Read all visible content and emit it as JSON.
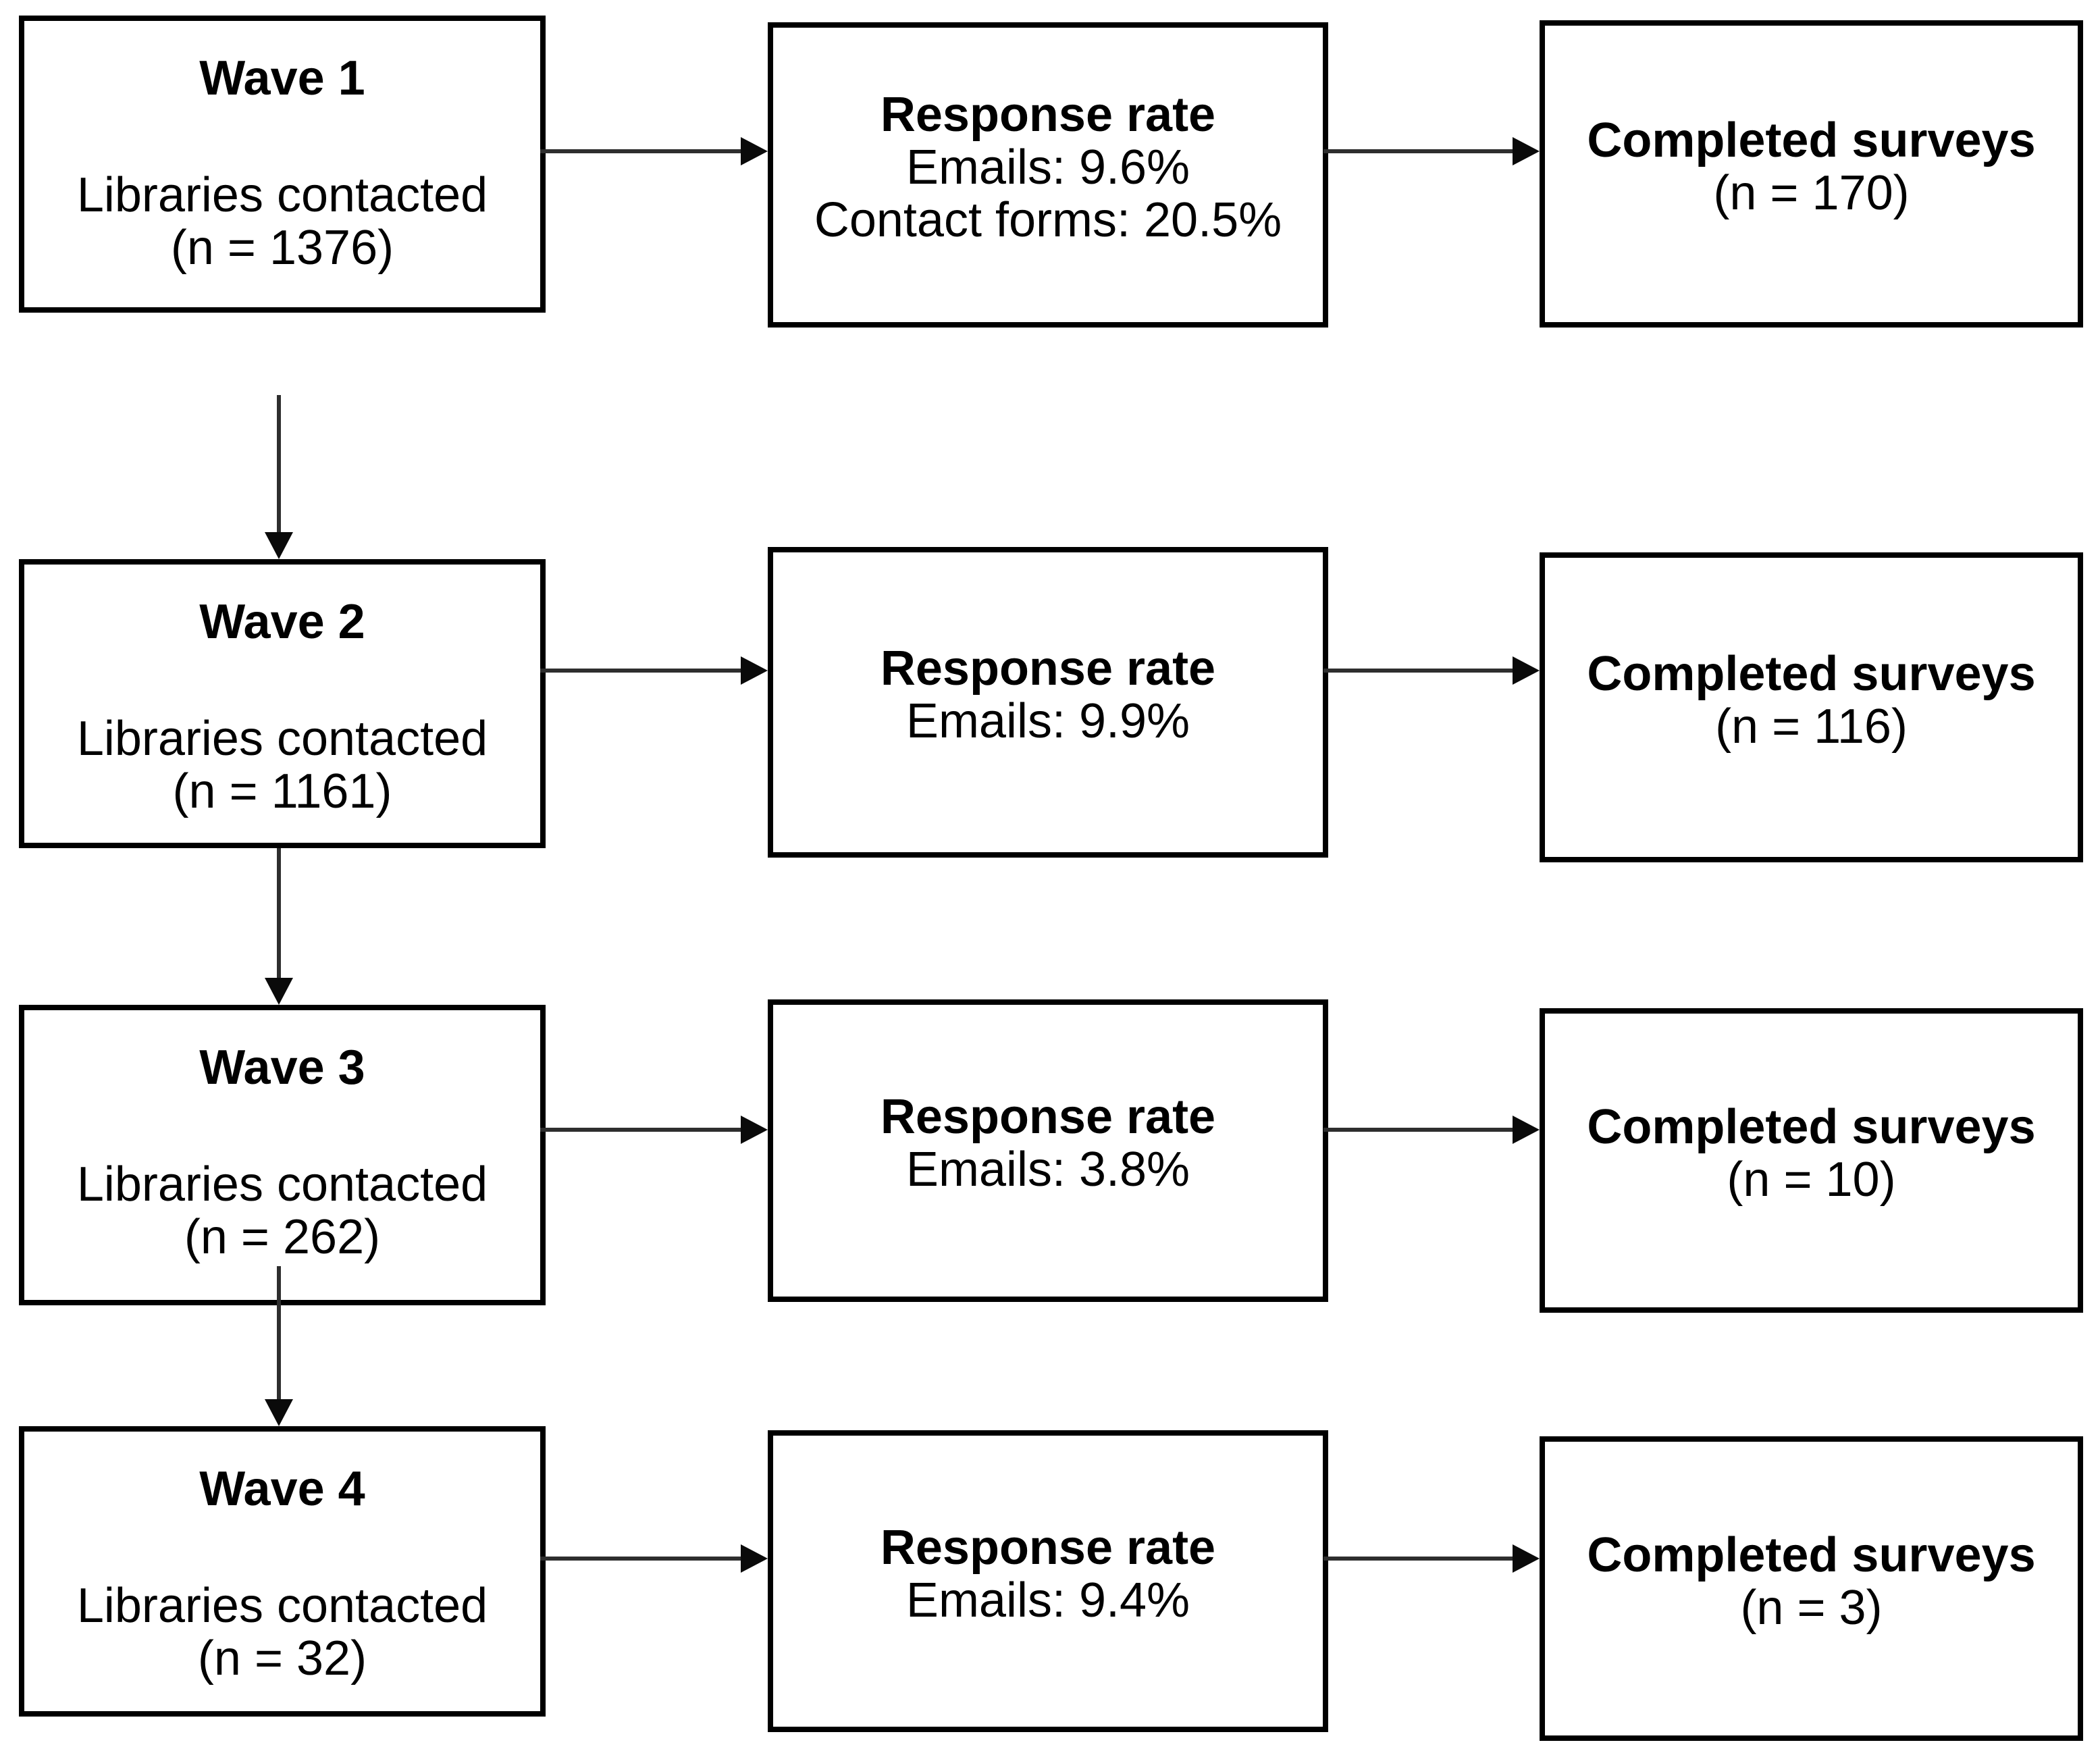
{
  "diagram": {
    "background": "#ffffff",
    "border_color": "#000000",
    "text_color": "#000000",
    "arrow_color": "#2e2e2e",
    "rows": [
      {
        "wave": {
          "title": "Wave 1",
          "line1": "Libraries contacted",
          "line2": "(n = 1376)"
        },
        "response": {
          "title": "Response rate",
          "line1": "Emails: 9.6%",
          "line2": "Contact forms: 20.5%"
        },
        "completed": {
          "title": "Completed surveys",
          "line1": "(n = 170)"
        }
      },
      {
        "wave": {
          "title": "Wave 2",
          "line1": "Libraries contacted",
          "line2": "(n = 1161)"
        },
        "response": {
          "title": "Response rate",
          "line1": "Emails: 9.9%"
        },
        "completed": {
          "title": "Completed surveys",
          "line1": "(n = 116)"
        }
      },
      {
        "wave": {
          "title": "Wave 3",
          "line1": "Libraries contacted",
          "line2": "(n = 262)"
        },
        "response": {
          "title": "Response rate",
          "line1": "Emails: 3.8%"
        },
        "completed": {
          "title": "Completed surveys",
          "line1": "(n = 10)"
        }
      },
      {
        "wave": {
          "title": "Wave 4",
          "line1": "Libraries contacted",
          "line2": "(n = 32)"
        },
        "response": {
          "title": "Response rate",
          "line1": "Emails: 9.4%"
        },
        "completed": {
          "title": "Completed surveys",
          "line1": "(n = 3)"
        }
      }
    ]
  }
}
